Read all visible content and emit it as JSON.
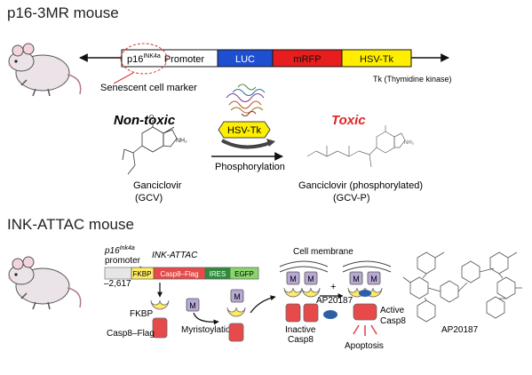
{
  "colors": {
    "luc": "#1f4fd1",
    "mrfp": "#e81d1d",
    "hsv_tk": "#ffee00",
    "toxic": "#e22424",
    "fkbp": "#ffeb63",
    "casp8": "#e64a4a",
    "ires": "#2e8b3a",
    "egfp": "#88d66b",
    "m_box": "#b7a9d4",
    "ap_drug": "#2d5fa8"
  },
  "section1": {
    "title": "p16-3MR mouse",
    "construct": {
      "promoter_name": "p16",
      "promoter_sup": "INK4a",
      "promoter_label": "Promoter",
      "seg_luc": "LUC",
      "seg_mrfp": "mRFP",
      "seg_hsv": "HSV-Tk"
    },
    "senescent_label": "Senescent cell marker",
    "tk_label": "Tk (Thymidine kinase)",
    "nontoxic_label": "Non-toxic",
    "toxic_label": "Toxic",
    "enzyme_label": "HSV-Tk",
    "reaction_label": "Phosphorylation",
    "gcv_name": "Ganciclovir",
    "gcv_abbr": "(GCV)",
    "gcvp_name": "Ganciclovir (phosphorylated)",
    "gcvp_abbr": "(GCV-P)"
  },
  "section2": {
    "title": "INK-ATTAC mouse",
    "p16_label": "p16",
    "p16_sup": "Ink4a",
    "promoter_label": "promoter",
    "ink_attac_label": "INK-ATTAC",
    "position_label": "–2,617",
    "seg_fkbp": "FKBP",
    "seg_casp": "Casp8–Flag",
    "seg_ires": "IRES",
    "seg_egfp": "EGFP",
    "fkbp_label": "FKBP",
    "casp_flag_label": "Casp8–Flag",
    "m_label": "M",
    "myristoylation_label": "Myristoylation",
    "cell_membrane_label": "Cell membrane",
    "plus_label": "+",
    "ap_label": "AP20187",
    "inactive_label": "Inactive",
    "inactive_casp_label": "Casp8",
    "active_label": "Active",
    "active_casp_label": "Casp8",
    "apoptosis_label": "Apoptosis",
    "ap_structure_label": "AP20187"
  }
}
